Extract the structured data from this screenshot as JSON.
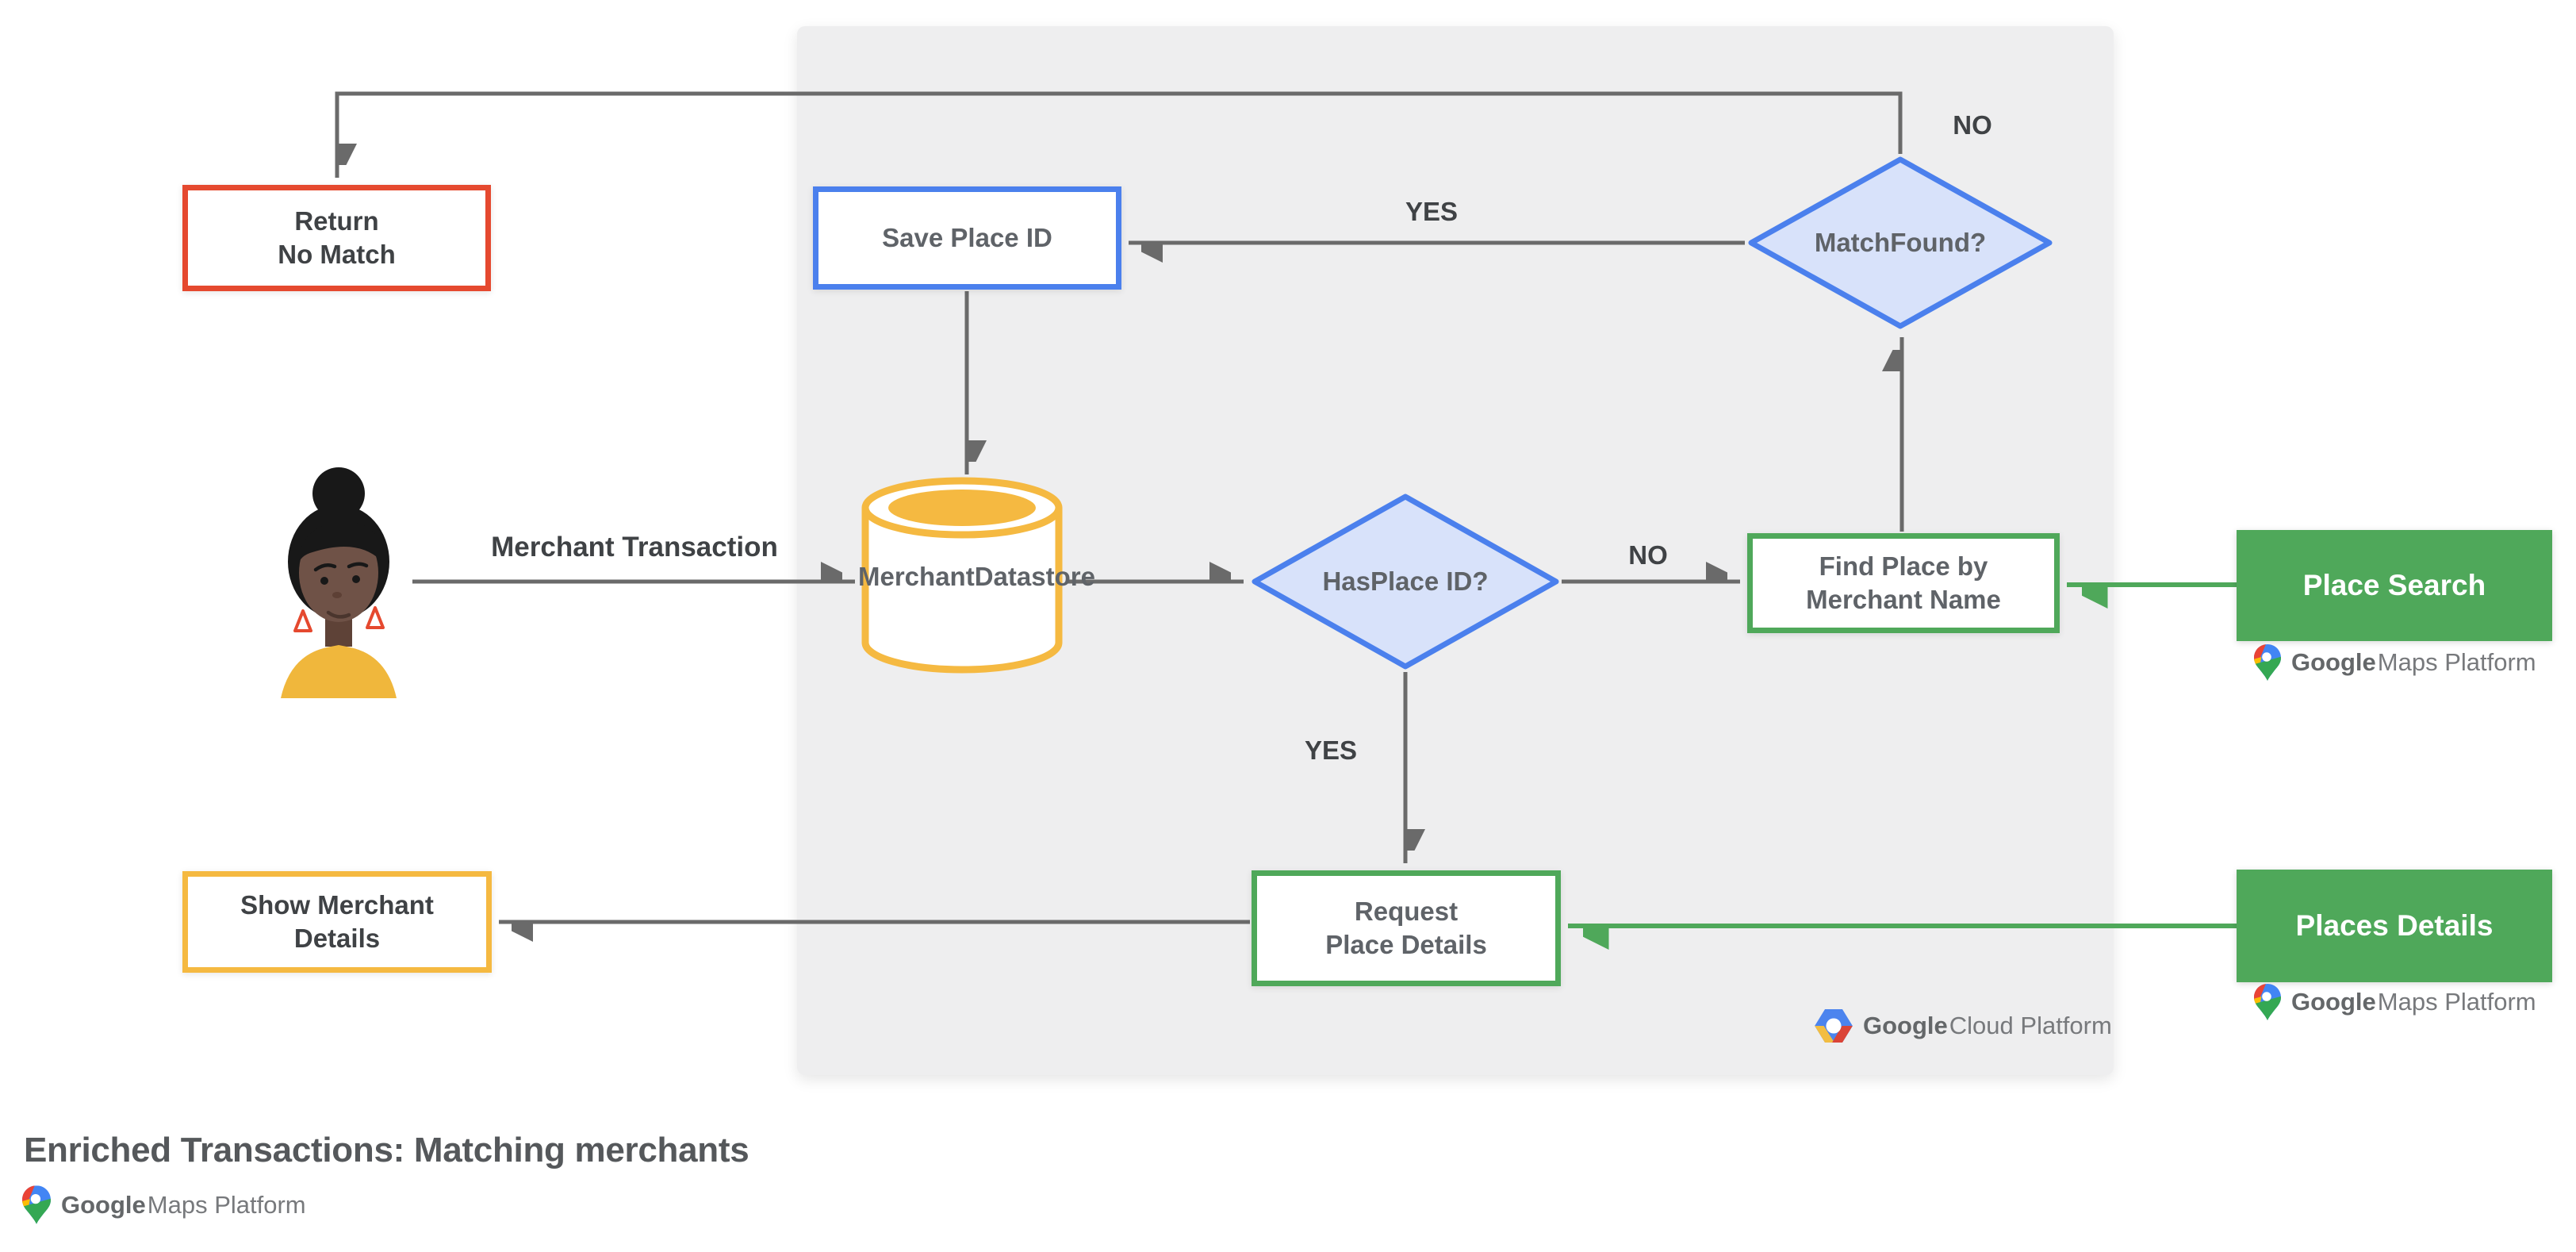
{
  "title": {
    "text": "Enriched Transactions: Matching merchants"
  },
  "branding": {
    "maps": {
      "bold": "Google",
      "light": "Maps Platform"
    },
    "cloud": {
      "bold": "Google",
      "light": "Cloud Platform"
    }
  },
  "nodes": {
    "return_no_match": {
      "line1": "Return",
      "line2": "No Match"
    },
    "save_place_id": {
      "label": "Save Place ID"
    },
    "match_found": {
      "line1": "Match",
      "line2": "Found?"
    },
    "merchant_datastore": {
      "line1": "Merchant",
      "line2": "Datastore"
    },
    "has_place_id": {
      "line1": "Has",
      "line2": "Place ID?"
    },
    "find_place": {
      "line1": "Find Place by",
      "line2": "Merchant Name"
    },
    "place_search": {
      "label": "Place Search"
    },
    "request_place_details": {
      "line1": "Request",
      "line2": "Place Details"
    },
    "places_details": {
      "label": "Places Details"
    },
    "show_merchant_details": {
      "line1": "Show Merchant",
      "line2": "Details"
    }
  },
  "edge_labels": {
    "merchant_transaction": "Merchant Transaction",
    "match_yes": "YES",
    "match_no": "NO",
    "has_no": "NO",
    "has_yes": "YES"
  },
  "colors": {
    "panel_bg": "#eeeeef",
    "line_gray": "#6a6a6a",
    "red": "#e5492f",
    "blue_border": "#4b80ed",
    "blue_fill": "#d8e2fa",
    "green": "#4fa85a",
    "yellow": "#f5b941",
    "text_gray": "#5f6368",
    "text_dark": "#3f4245",
    "white": "#ffffff"
  }
}
